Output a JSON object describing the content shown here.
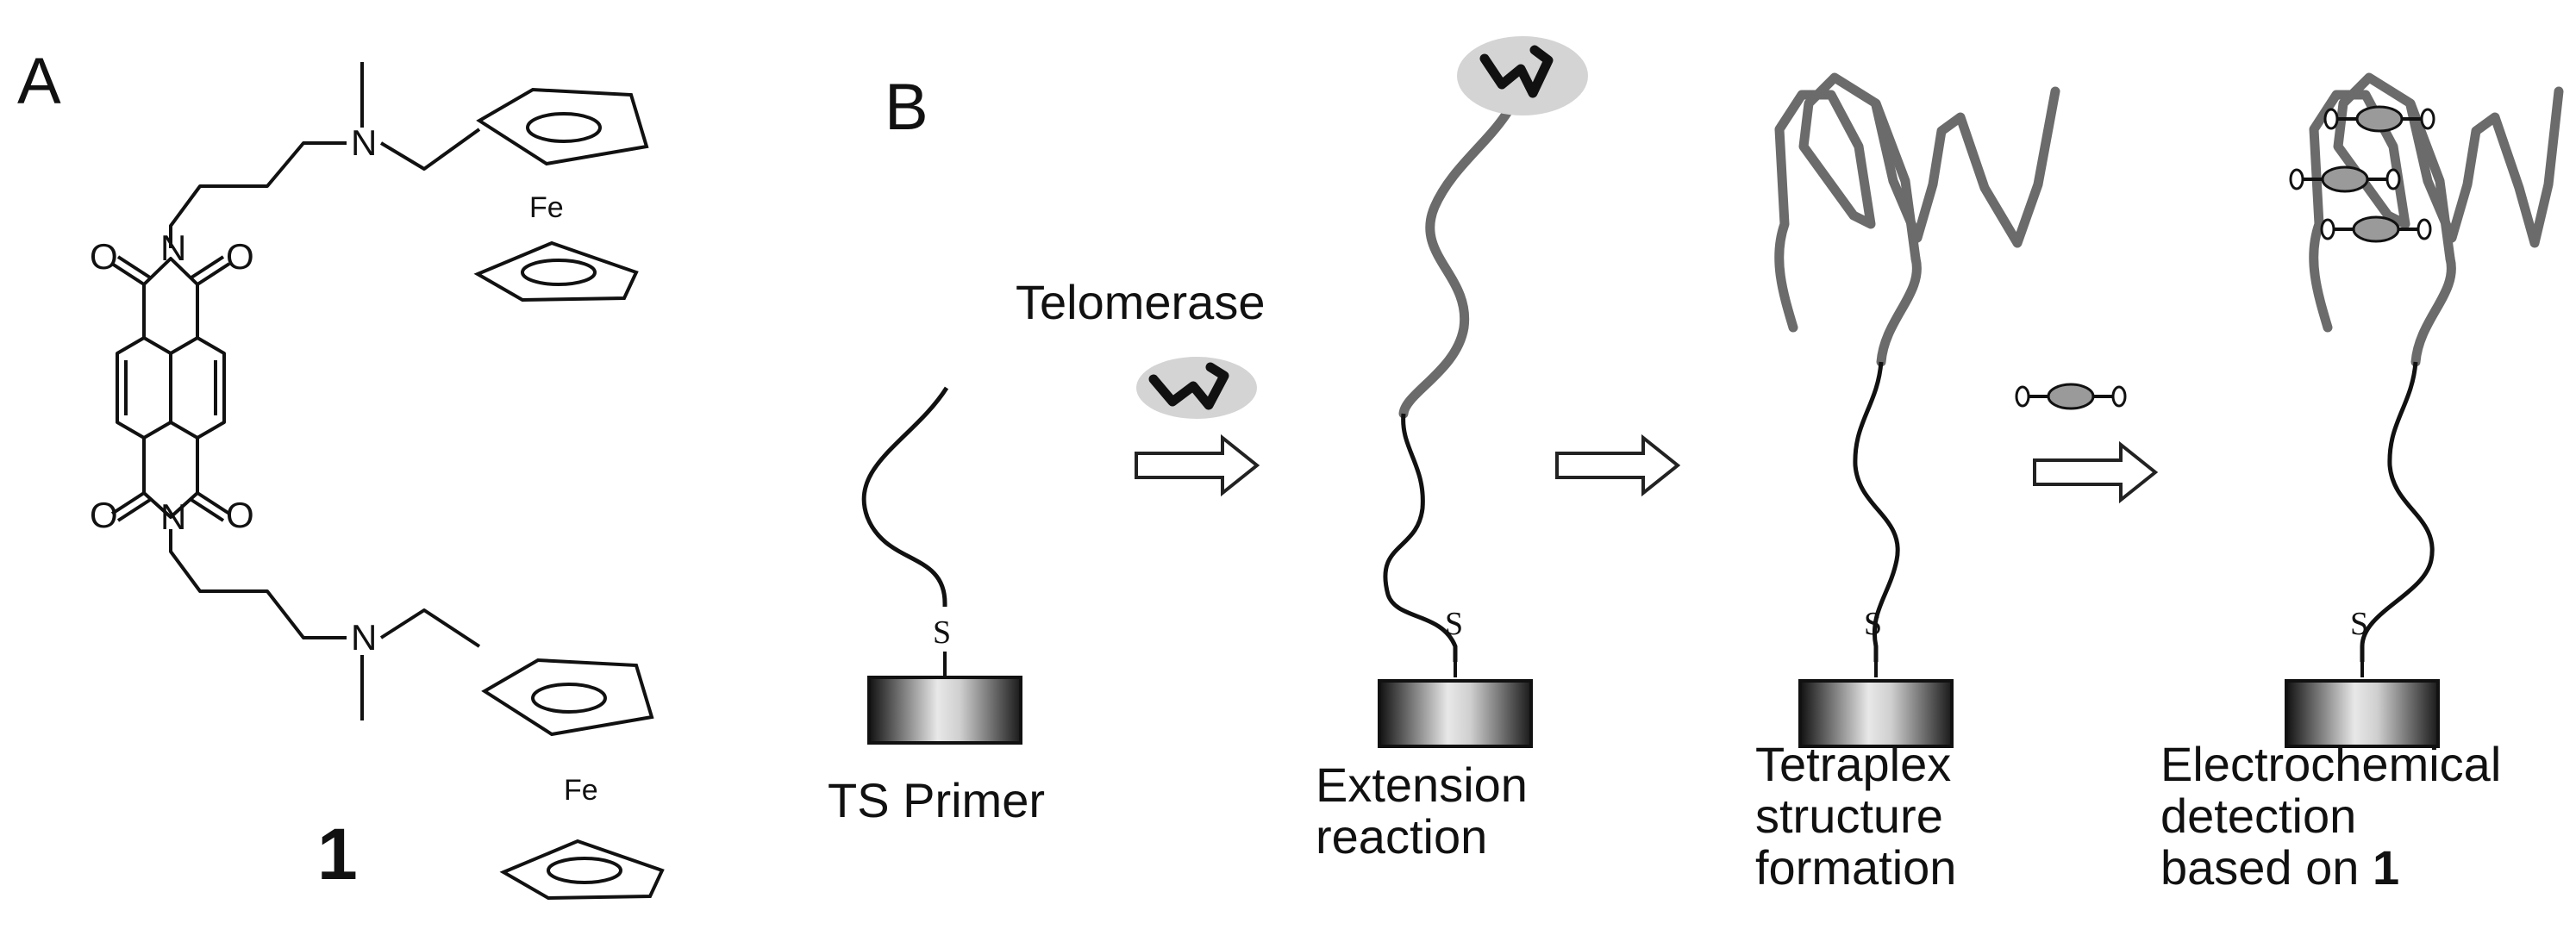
{
  "panel_a": {
    "label": "A",
    "compound_number": "1",
    "atoms": {
      "n_amine": "N",
      "n_imide": "N",
      "o": "O",
      "fe": "Fe"
    }
  },
  "panel_b": {
    "label": "B",
    "enzyme_label": "Telomerase",
    "sulfur": "S",
    "steps": [
      {
        "lines": [
          "TS Primer"
        ]
      },
      {
        "lines": [
          "Extension",
          "reaction"
        ]
      },
      {
        "lines": [
          "Tetraplex",
          "structure",
          "formation"
        ]
      },
      {
        "lines": [
          "Electrochemical",
          "detection",
          "based on "
        ],
        "bold_suffix": "1"
      }
    ]
  },
  "colors": {
    "ink": "#111111",
    "extended_strand": "#6b6b6b",
    "enzyme_halo": "#d4d4d4",
    "ligand_fill": "#9a9a9a"
  },
  "icons": [
    "ferrocene-icon",
    "electrode-icon",
    "telomerase-icon",
    "ligand-icon",
    "hollow-arrow-icon"
  ]
}
